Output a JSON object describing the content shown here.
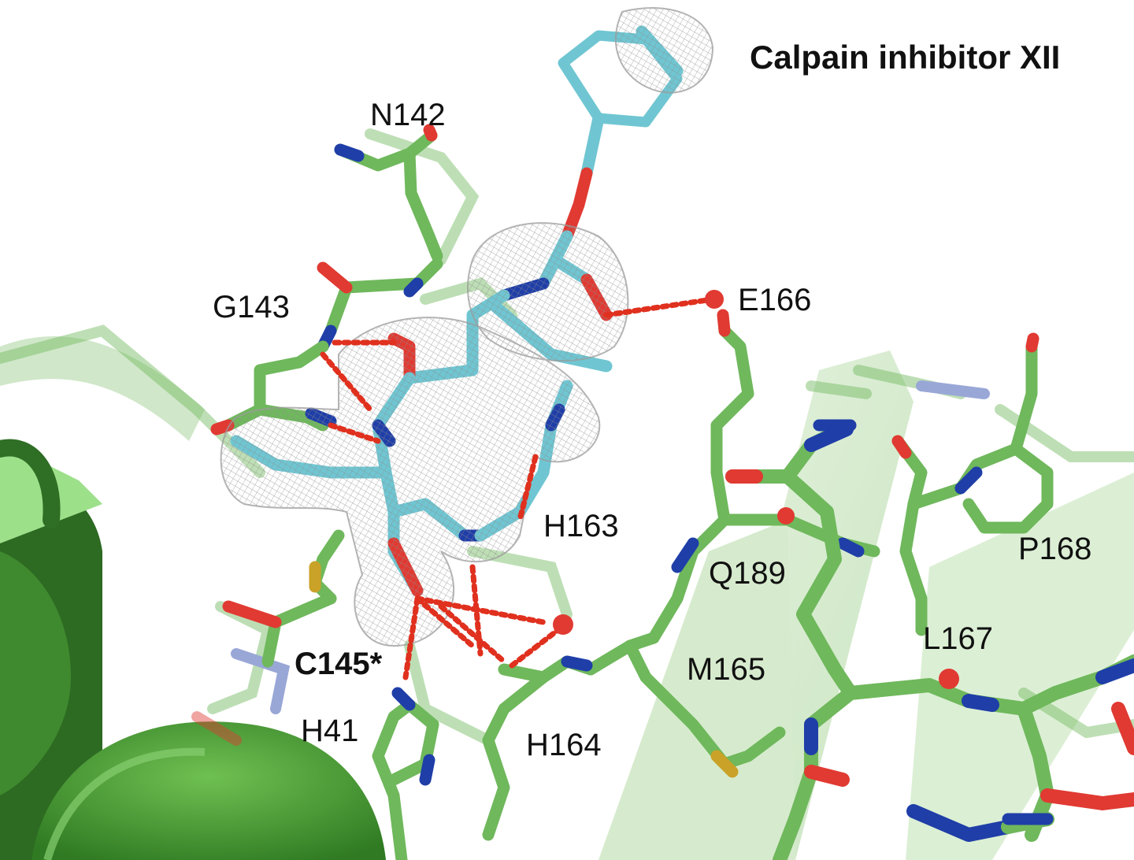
{
  "title": "Calpain inhibitor XII",
  "residues": {
    "n142": "N142",
    "g143": "G143",
    "e166": "E166",
    "h163": "H163",
    "q189": "Q189",
    "p168": "P168",
    "l167": "L167",
    "m165": "M165",
    "c145": "C145*",
    "h41": "H41",
    "h164": "H164"
  },
  "colors": {
    "protein_carbon": "#6fb85c",
    "protein_carbon_faded": "#a9d49c",
    "ligand_carbon": "#6fc6d2",
    "nitrogen": "#1f3ea8",
    "oxygen": "#e03a32",
    "sulfur": "#c9a227",
    "hbond": "#e0301e",
    "density_mesh": "#9a9a9a",
    "cartoon_dark": "#2f6e25",
    "cartoon_light": "#9fd98f"
  }
}
